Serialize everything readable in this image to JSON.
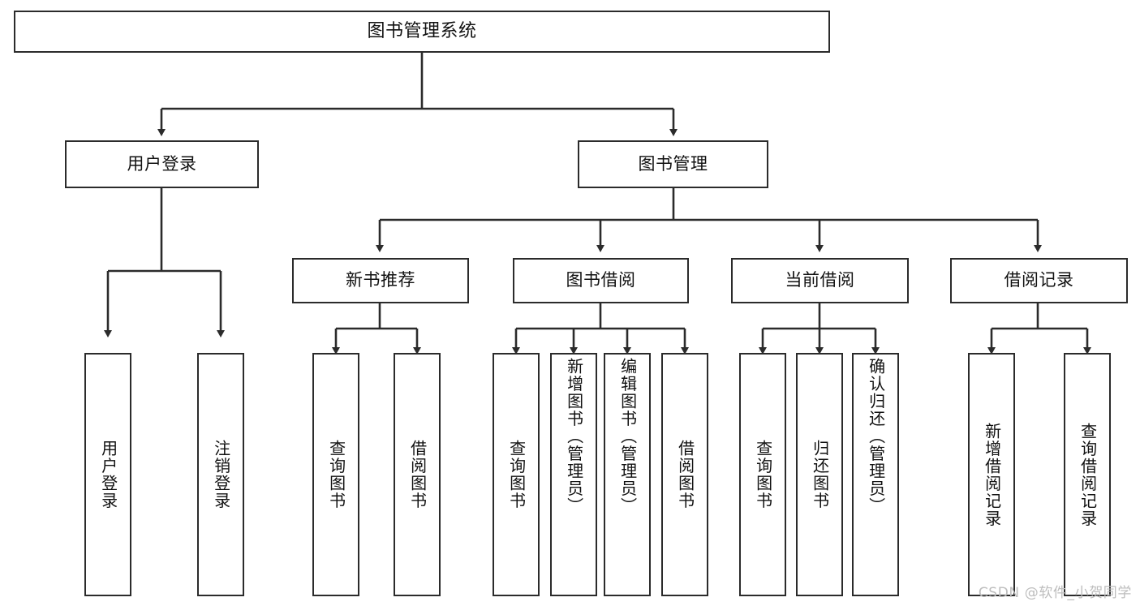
{
  "diagram": {
    "title": "图书管理系统",
    "type": "tree-hierarchy",
    "orientation": "top-down",
    "colors": {
      "box_border": "#2b2b2b",
      "box_fill": "#ffffff",
      "connector": "#2b2b2b",
      "background": "#ffffff",
      "watermark": "#bdbdbd"
    }
  },
  "nodes": {
    "root": {
      "label": "图书管理系统"
    },
    "level2": [
      {
        "label": "用户登录"
      },
      {
        "label": "图书管理"
      }
    ],
    "level3": [
      {
        "label": "新书推荐"
      },
      {
        "label": "图书借阅"
      },
      {
        "label": "当前借阅"
      },
      {
        "label": "借阅记录"
      }
    ],
    "leaves": {
      "user_login": [
        {
          "label": "用户登录"
        },
        {
          "label": "注销登录"
        }
      ],
      "new_book_recommend": [
        {
          "label": "查询图书"
        },
        {
          "label": "借阅图书"
        }
      ],
      "book_borrow": [
        {
          "label": "查询图书"
        },
        {
          "label": "新增图书（管理员）"
        },
        {
          "label": "编辑图书（管理员）"
        },
        {
          "label": "借阅图书"
        }
      ],
      "current_borrow": [
        {
          "label": "查询图书"
        },
        {
          "label": "归还图书"
        },
        {
          "label": "确认归还（管理员）"
        }
      ],
      "borrow_record": [
        {
          "label": "新增借阅记录"
        },
        {
          "label": "查询借阅记录"
        }
      ]
    }
  },
  "watermark": {
    "text": "CSDN @软件_小贺同学"
  }
}
